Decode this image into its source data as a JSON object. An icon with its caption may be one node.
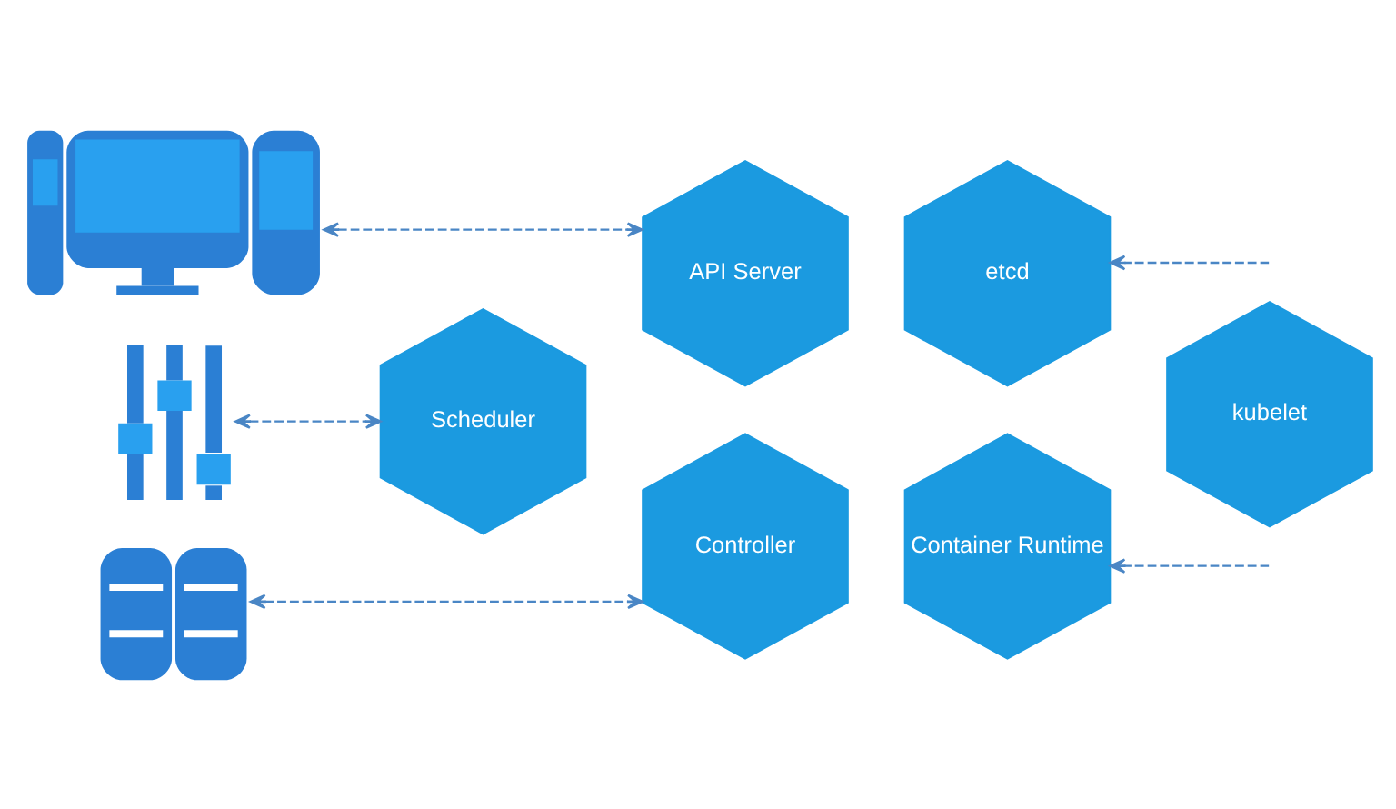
{
  "diagram": {
    "nodes": [
      {
        "text": [],
        "shape": "picture"
      },
      {
        "text": [],
        "shape": "picture"
      },
      {
        "text": [],
        "shape": "picture"
      },
      {
        "text": [
          "API Server"
        ]
      },
      {
        "text": [
          "etcd"
        ]
      },
      {
        "text": [
          "Scheduler"
        ]
      },
      {
        "text": [
          "kubelet"
        ]
      },
      {
        "text": [
          "Controller"
        ]
      },
      {
        "text": [
          "Container Runtime"
        ]
      }
    ],
    "edges": [
      {
        "from": 0,
        "to": 3,
        "arrow": "both",
        "style": "dashed"
      },
      {
        "from": 1,
        "to": 5,
        "arrow": "both",
        "style": "dashed"
      },
      {
        "from": 2,
        "to": 7,
        "arrow": "both",
        "style": "dashed"
      },
      {
        "from": null,
        "to": 4,
        "arrow": "to",
        "style": "dashed"
      },
      {
        "from": null,
        "to": 8,
        "arrow": "to",
        "style": "dashed"
      }
    ]
  }
}
